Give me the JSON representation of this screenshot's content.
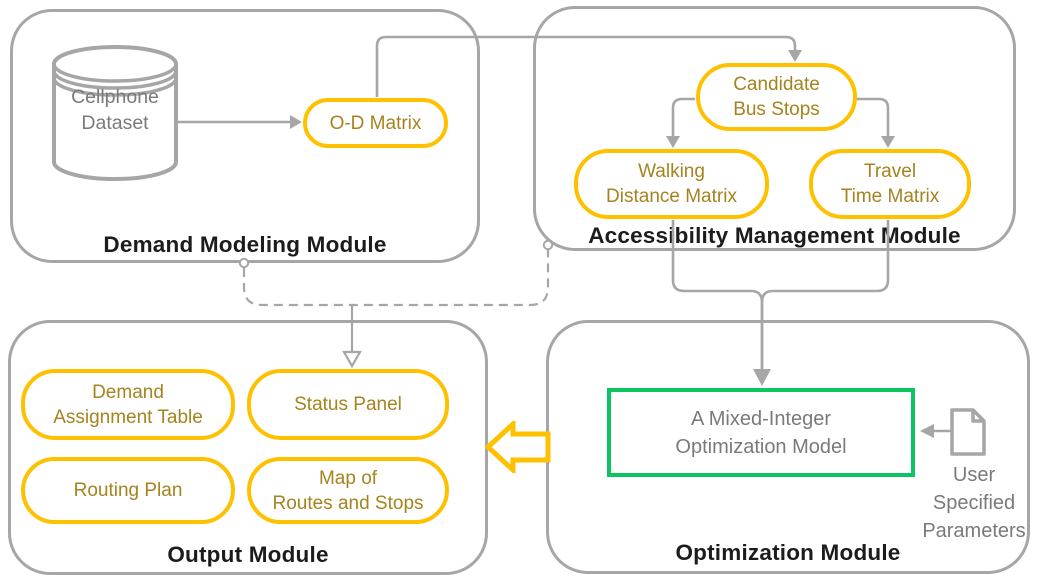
{
  "colors": {
    "accent_yellow": "#FFC000",
    "yellow_text": "#A5831E",
    "gray_line": "#A6A6A6",
    "gray_text": "#7A7A7A",
    "green_accent": "#0DC463",
    "title_text": "#1C1C1C"
  },
  "icons": {
    "dataset": "database-cylinder-icon",
    "user_parameters": "document-file-icon",
    "output_flow": "block-arrow-left-icon"
  },
  "modules": {
    "demand": {
      "title": "Demand Modeling Module"
    },
    "accessibility": {
      "title": "Accessibility Management Module"
    },
    "output": {
      "title": "Output Module"
    },
    "optimization": {
      "title": "Optimization Module"
    }
  },
  "nodes": {
    "cellphone_dataset": {
      "lines": [
        "Cellphone",
        "Dataset"
      ]
    },
    "od_matrix": {
      "label": "O-D Matrix"
    },
    "candidate_bus_stops": {
      "lines": [
        "Candidate",
        "Bus Stops"
      ]
    },
    "walking_distance_matrix": {
      "lines": [
        "Walking",
        "Distance Matrix"
      ]
    },
    "travel_time_matrix": {
      "lines": [
        "Travel",
        "Time Matrix"
      ]
    },
    "demand_assignment_table": {
      "lines": [
        "Demand",
        "Assignment Table"
      ]
    },
    "status_panel": {
      "label": "Status Panel"
    },
    "routing_plan": {
      "label": "Routing Plan"
    },
    "map_of_routes_and_stops": {
      "lines": [
        "Map of",
        "Routes and Stops"
      ]
    },
    "optimization_model": {
      "lines": [
        "A Mixed-Integer",
        "Optimization Model"
      ]
    },
    "user_specified_parameters": {
      "lines": [
        "User",
        "Specified",
        "Parameters"
      ]
    }
  }
}
